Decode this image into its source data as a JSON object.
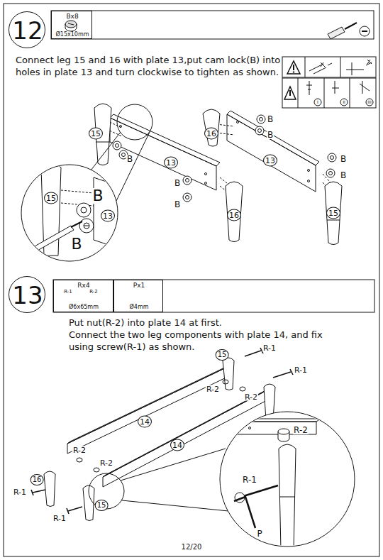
{
  "diagram": {
    "nodes": [
      {
        "text": [
          "12"
        ]
      },
      {
        "text": [
          "Bx8",
          "Ø15x10mm"
        ]
      },
      {
        "text": [
          "13"
        ]
      },
      {
        "text": [
          "Rx4",
          "R-1",
          "R-2",
          "Ø6x65mm"
        ]
      },
      {
        "text": [
          "Px1",
          "Ø4mm"
        ]
      }
    ],
    "edges": [],
    "labels": [
      "Connect leg 15 and 16 with plate 13,put cam lock(B) into holes in plate 13 and turn clockwise to tighten as shown.",
      "15",
      "B",
      "13",
      "16",
      "B",
      "B",
      "13",
      "B",
      "B",
      "B",
      "B",
      "16",
      "15",
      "15",
      "B",
      "13",
      "B",
      "I",
      "II",
      "III",
      "Put nut(R-2) into plate 14 at first.",
      "Connect the two leg components with plate 14, and fix using screw(R-1) as shown.",
      "15",
      "R-1",
      "R-1",
      "R-2",
      "R-2",
      "14",
      "14",
      "R-2",
      "R-2",
      "16",
      "R-1",
      "R-1",
      "15",
      "R-2",
      "R-1",
      "P",
      "12/20"
    ]
  }
}
